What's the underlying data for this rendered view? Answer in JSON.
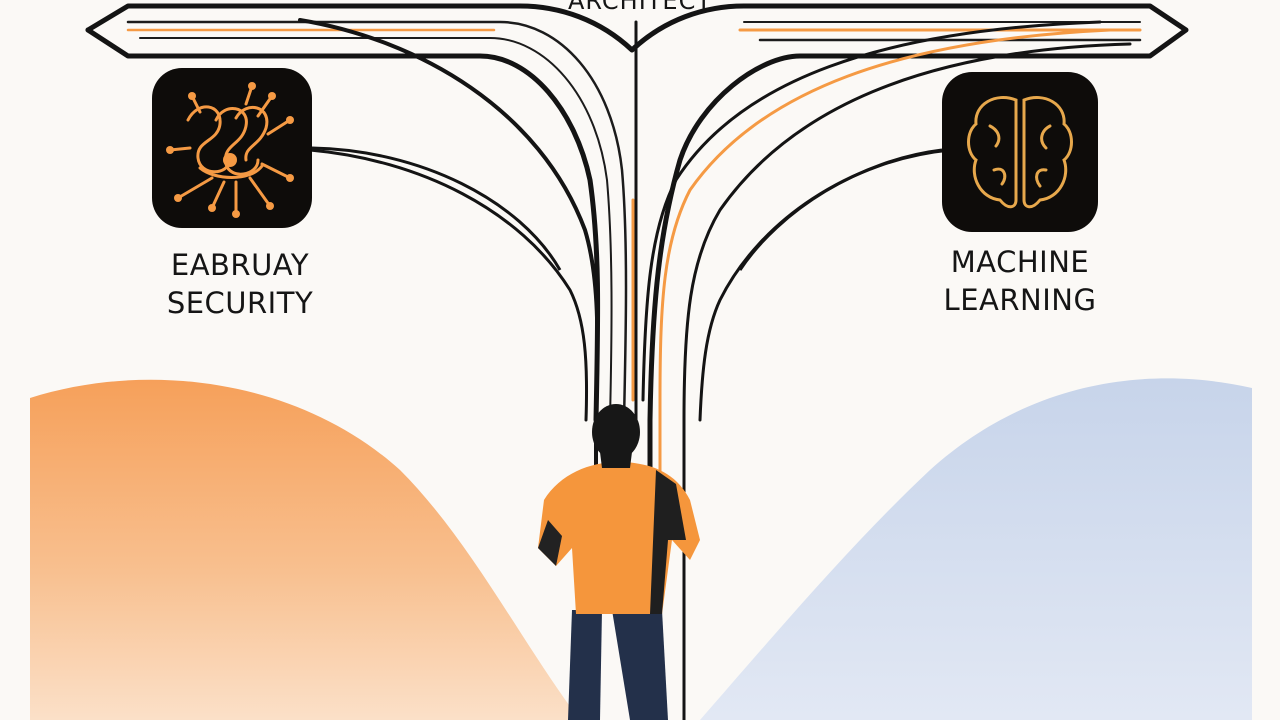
{
  "top_label": "ARCHITECT",
  "left_branch": {
    "icon": "network-knot-icon",
    "line1": "EABRUAY",
    "line2": "SECURITY"
  },
  "right_branch": {
    "icon": "brain-icon",
    "line1": "MACHINE",
    "line2": "LEARNING"
  },
  "colors": {
    "background": "#fbf9f6",
    "accent_orange": "#f59a44",
    "accent_blue": "#c9d6ec",
    "ink": "#141414",
    "icon_tile": "#0e0c0a",
    "person_pants": "#23304a"
  }
}
